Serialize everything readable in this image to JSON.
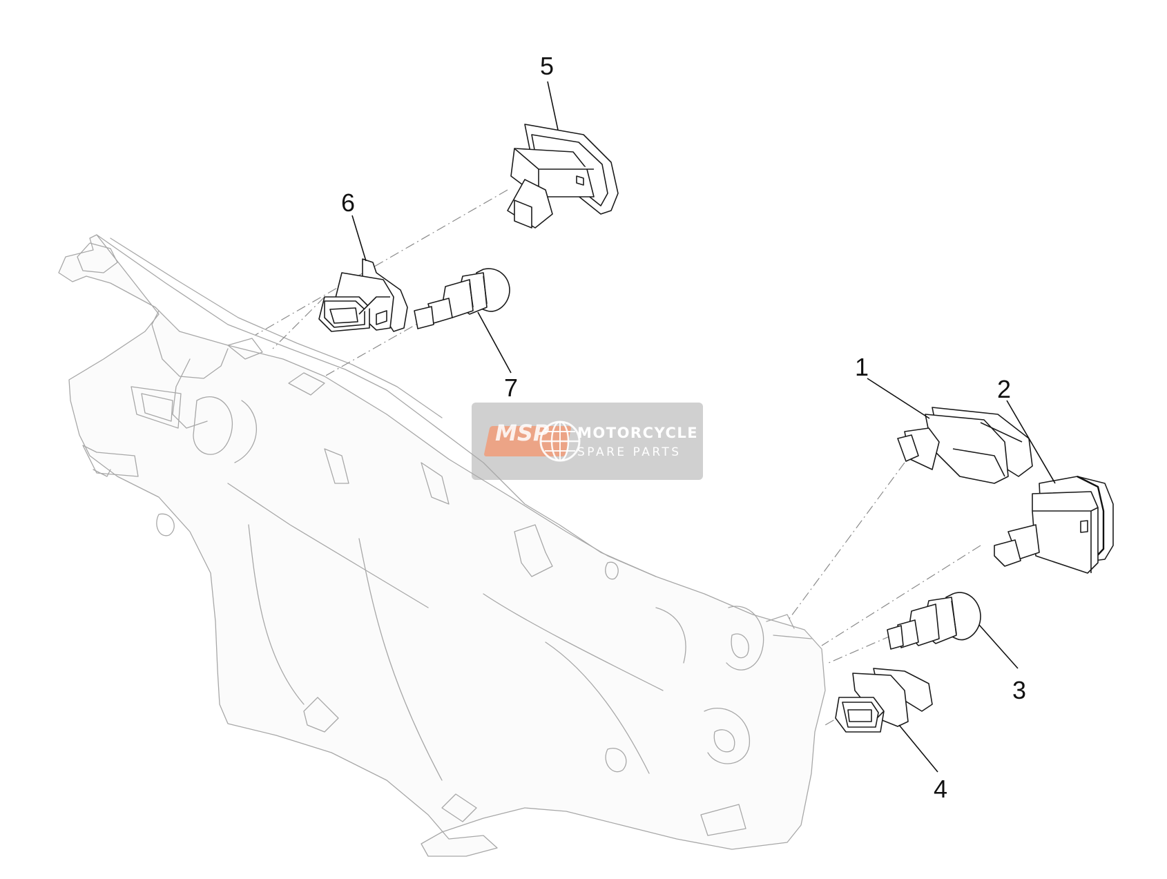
{
  "diagram": {
    "callouts": [
      {
        "id": "1",
        "label": "1"
      },
      {
        "id": "2",
        "label": "2"
      },
      {
        "id": "3",
        "label": "3"
      },
      {
        "id": "4",
        "label": "4"
      },
      {
        "id": "5",
        "label": "5"
      },
      {
        "id": "6",
        "label": "6"
      },
      {
        "id": "7",
        "label": "7"
      }
    ]
  },
  "watermark": {
    "badge": "MSP",
    "line1": "MOTORCYCLE",
    "line2": "SPARE PARTS"
  },
  "colors": {
    "line": "#1a1a1a",
    "ghost_line": "#a7a7a7",
    "watermark_bg": "#aaaaaa",
    "watermark_badge": "#f5966e"
  }
}
